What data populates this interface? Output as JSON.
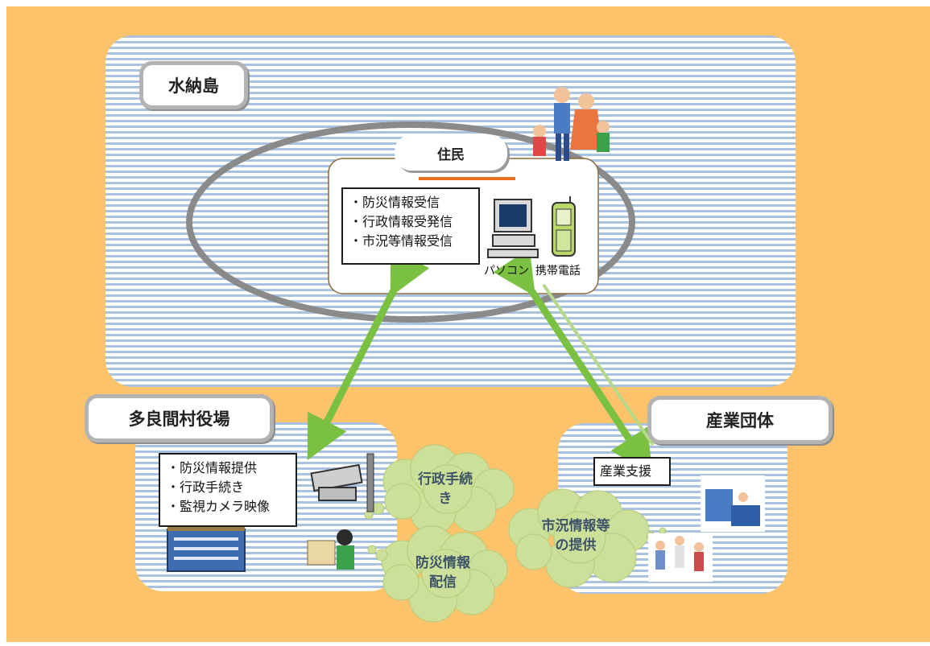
{
  "island": {
    "label": "水納島"
  },
  "residents": {
    "title": "住民",
    "items": [
      "・防災情報受信",
      "・行政情報受発信",
      "・市況等情報受信"
    ],
    "pc_label": "パソコン",
    "phone_label": "携帯電話"
  },
  "village_office": {
    "label": "多良間村役場",
    "items": [
      "・防災情報提供",
      "・行政手続き",
      "・監視カメラ映像"
    ]
  },
  "industry": {
    "label": "産業団体",
    "item": "産業支援"
  },
  "clouds": {
    "admin": [
      "行政手続",
      "き"
    ],
    "disaster": [
      "防災情報",
      "配信"
    ],
    "market": [
      "市況情報等",
      "の提供"
    ]
  },
  "colors": {
    "background": "#fdc36a",
    "stripe": "#a9c2df",
    "arrow": "#7ac142",
    "cloud": "#cde09a",
    "accent_line": "#e8731c"
  }
}
